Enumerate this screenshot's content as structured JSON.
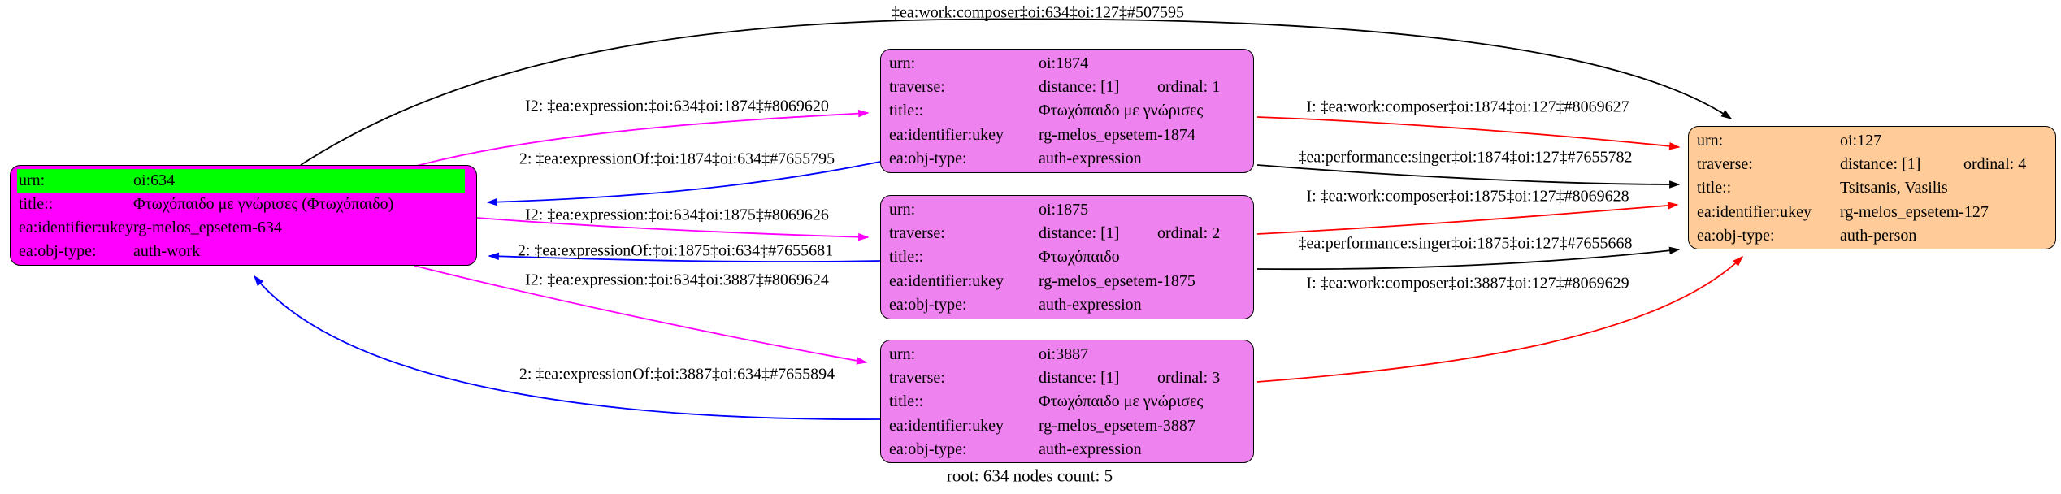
{
  "diagram": {
    "caption": "root: 634 nodes count: 5",
    "colors": {
      "work_node_fill": "#ff00ff",
      "urn_highlight": "#00ff00",
      "expression_node_fill": "#ee82ee",
      "person_node_fill": "#ffcc99",
      "node_border": "#000000",
      "edge_black": "#000000",
      "edge_red": "#ff0000",
      "edge_blue": "#0000ff",
      "edge_magenta": "#ff00ff"
    },
    "nodes": [
      {
        "id": "oi:634",
        "rows": [
          {
            "key": "urn:",
            "value": "oi:634"
          },
          {
            "key": "title::",
            "value": "Φτωχόπαιδο με γνώρισες (Φτωχόπαιδο)"
          },
          {
            "key": "ea:identifier:ukey",
            "value": "rg-melos_epsetem-634"
          },
          {
            "key": "ea:obj-type:",
            "value": "auth-work"
          }
        ]
      },
      {
        "id": "oi:1874",
        "rows": [
          {
            "key": "urn:",
            "value": "oi:1874"
          },
          {
            "key": "traverse:",
            "value": "distance: [1]",
            "ordinal": "ordinal: 1"
          },
          {
            "key": "title::",
            "value": "Φτωχόπαιδο με γνώρισες"
          },
          {
            "key": "ea:identifier:ukey",
            "value": "rg-melos_epsetem-1874"
          },
          {
            "key": "ea:obj-type:",
            "value": "auth-expression"
          }
        ]
      },
      {
        "id": "oi:1875",
        "rows": [
          {
            "key": "urn:",
            "value": "oi:1875"
          },
          {
            "key": "traverse:",
            "value": "distance: [1]",
            "ordinal": "ordinal: 2"
          },
          {
            "key": "title::",
            "value": "Φτωχόπαιδο"
          },
          {
            "key": "ea:identifier:ukey",
            "value": "rg-melos_epsetem-1875"
          },
          {
            "key": "ea:obj-type:",
            "value": "auth-expression"
          }
        ]
      },
      {
        "id": "oi:3887",
        "rows": [
          {
            "key": "urn:",
            "value": "oi:3887"
          },
          {
            "key": "traverse:",
            "value": "distance: [1]",
            "ordinal": "ordinal: 3"
          },
          {
            "key": "title::",
            "value": "Φτωχόπαιδο με γνώρισες"
          },
          {
            "key": "ea:identifier:ukey",
            "value": "rg-melos_epsetem-3887"
          },
          {
            "key": "ea:obj-type:",
            "value": "auth-expression"
          }
        ]
      },
      {
        "id": "oi:127",
        "rows": [
          {
            "key": "urn:",
            "value": "oi:127"
          },
          {
            "key": "traverse:",
            "value": "distance: [1]",
            "ordinal": "ordinal: 4"
          },
          {
            "key": "title::",
            "value": "Tsitsanis, Vasilis"
          },
          {
            "key": "ea:identifier:ukey",
            "value": "rg-melos_epsetem-127"
          },
          {
            "key": "ea:obj-type:",
            "value": "auth-person"
          }
        ]
      }
    ],
    "edge_labels": [
      "‡ea:work:composer‡oi:634‡oi:127‡#507595",
      "I2: ‡ea:expression:‡oi:634‡oi:1874‡#8069620",
      "2: ‡ea:expressionOf:‡oi:1874‡oi:634‡#7655795",
      "I2: ‡ea:expression:‡oi:634‡oi:1875‡#8069626",
      "2: ‡ea:expressionOf:‡oi:1875‡oi:634‡#7655681",
      "I2: ‡ea:expression:‡oi:634‡oi:3887‡#8069624",
      "2: ‡ea:expressionOf:‡oi:3887‡oi:634‡#7655894",
      "I: ‡ea:work:composer‡oi:1874‡oi:127‡#8069627",
      "‡ea:performance:singer‡oi:1874‡oi:127‡#7655782",
      "I: ‡ea:work:composer‡oi:1875‡oi:127‡#8069628",
      "‡ea:performance:singer‡oi:1875‡oi:127‡#7655668",
      "I: ‡ea:work:composer‡oi:3887‡oi:127‡#8069629"
    ]
  }
}
